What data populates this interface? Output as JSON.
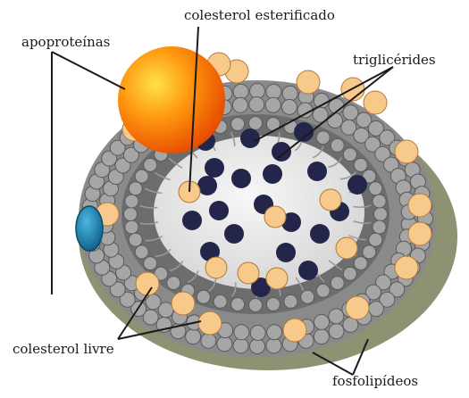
{
  "labels": {
    "colesterol_esterificado": "colesterol esterificado",
    "apoproteinas": "apoproteínas",
    "trigliceridos": "triglicérides",
    "colesterol_livre": "colesterol livre",
    "fosfolipidios": "fosfolipídeos"
  },
  "colors": {
    "shadow": "#8c9272",
    "phospholipid_head": "#a6a6a6",
    "phospholipid_head_stroke": "#5a5a5a",
    "tail": "#9a9a9a",
    "core": "#d9d9d9",
    "core_light": "#f2f2f2",
    "triglyceride": "#23264a",
    "cholesterol": "#f7c98a",
    "cholesterol_stroke": "#b07a3a",
    "apoprotein_large": "#ff7a00",
    "apoprotein_small": "#1b7fb0"
  }
}
